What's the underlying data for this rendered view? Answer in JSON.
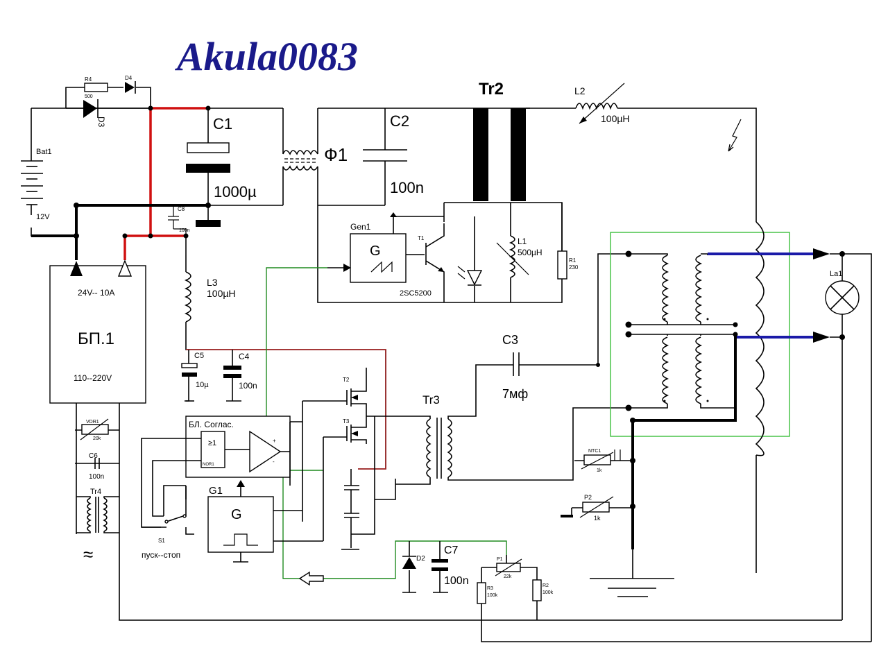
{
  "title": "Akula0083",
  "labels": {
    "c1": "C1",
    "c1_val": "1000µ",
    "phi1": "Ф1",
    "c2": "C2",
    "c2_val": "100n",
    "tr2": "Tr2",
    "l2": "L2",
    "l2_val": "100µH",
    "bat1": "Bat1",
    "bat_v": "12V",
    "r4": "R4",
    "r4_val": "500",
    "d4": "D4",
    "d3": "D3",
    "c8": "C8",
    "c8_val": "100n",
    "gen1": "Gen1",
    "t1": "T1",
    "t1_part": "2SC5200",
    "l1": "L1",
    "l1_val": "500µH",
    "r1": "R1",
    "r1_val": "230",
    "psu_rating": "24V-- 10A",
    "psu_name": "БП.1",
    "psu_input": "110--220V",
    "l3": "L3",
    "l3_val": "100µH",
    "c5": "C5",
    "c5_val": "10µ",
    "c4": "C4",
    "c4_val": "100n",
    "c3": "C3",
    "c3_val": "7мф",
    "tr3": "Tr3",
    "t2": "T2",
    "t3": "T3",
    "match_block": "БЛ. Соглас.",
    "gate": "≥1",
    "gate_sub": "NOR1",
    "vdr1": "VDR1",
    "vdr1_val": "20k",
    "c6": "C6",
    "c6_val": "100n",
    "tr4": "Tr4",
    "ac": "≈",
    "g1": "G1",
    "g": "G",
    "s1": "S1",
    "start_stop": "пуск--стоп",
    "d2": "D2",
    "c7": "C7",
    "c7_val": "100n",
    "p1": "P1",
    "p1_val": "22k",
    "r3": "R3",
    "r3_val": "100k",
    "r2": "R2",
    "r2_val": "100k",
    "ntc1": "NTC1",
    "ntc1_val": "1k",
    "p2": "P2",
    "p2_val": "1k",
    "la1": "La1"
  }
}
